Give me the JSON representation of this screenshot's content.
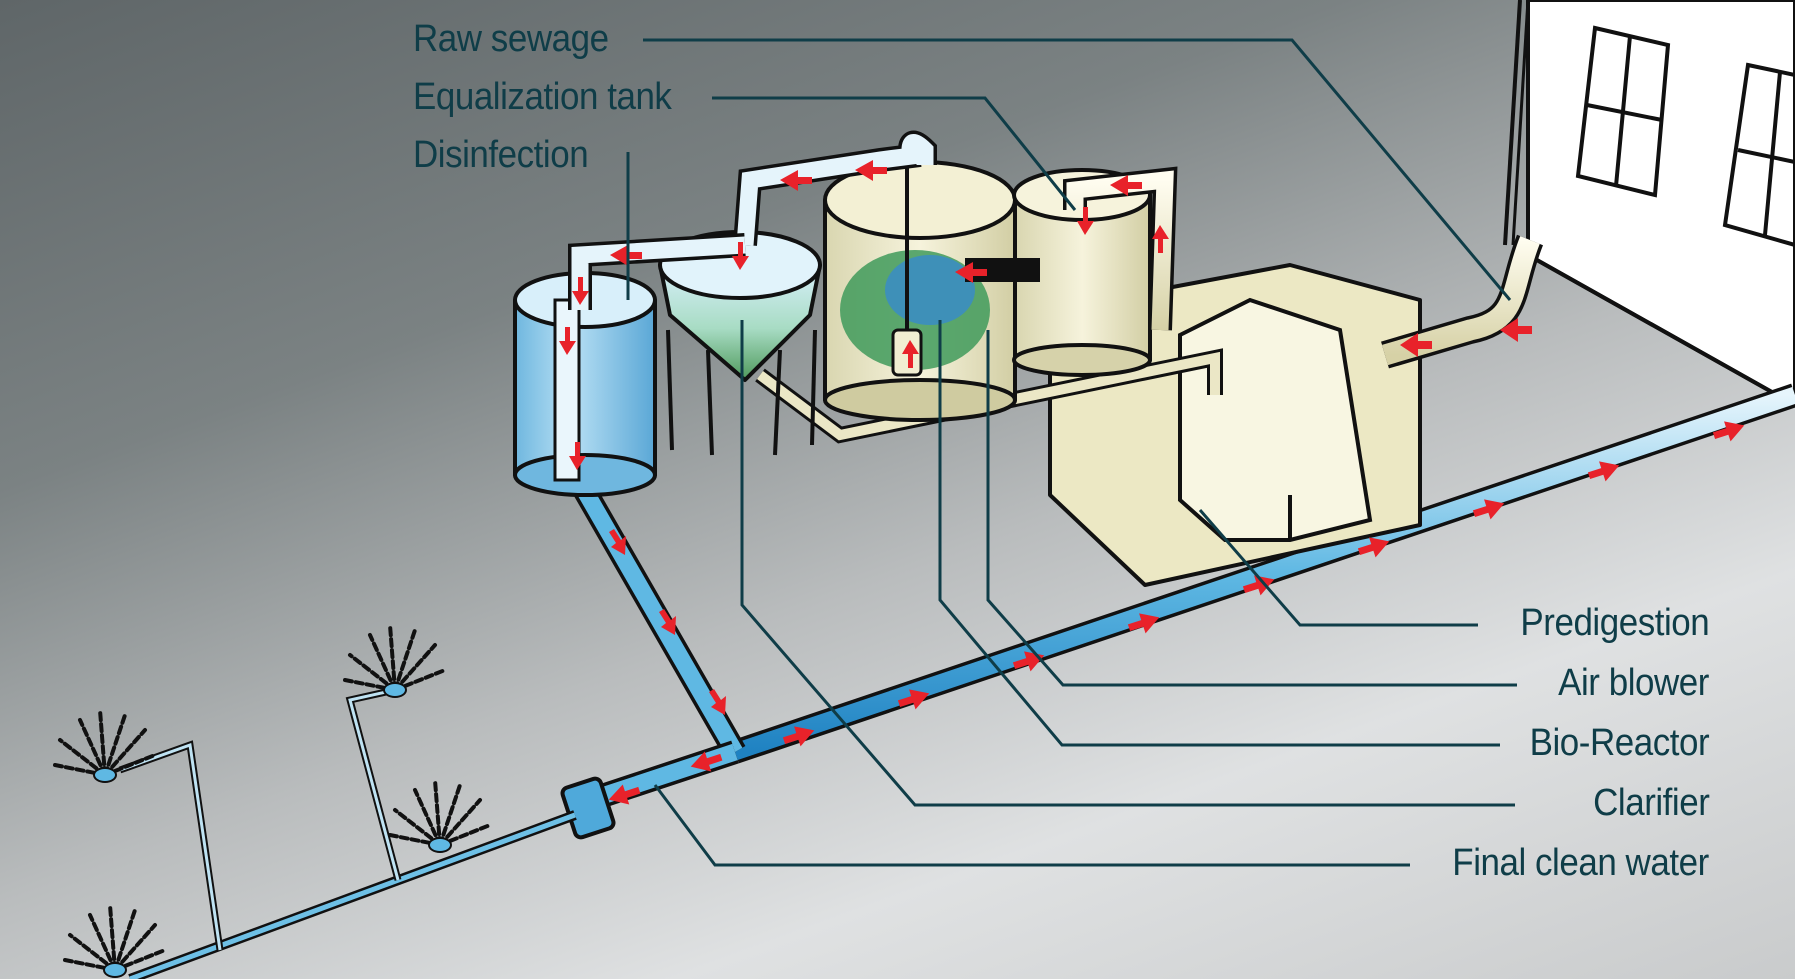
{
  "diagram": {
    "subject": "Wastewater treatment system",
    "labels_left": [
      {
        "id": "raw-sewage",
        "text": "Raw sewage"
      },
      {
        "id": "equalization-tank",
        "text": "Equalization tank"
      },
      {
        "id": "disinfection",
        "text": "Disinfection"
      }
    ],
    "labels_right": [
      {
        "id": "predigestion",
        "text": "Predigestion"
      },
      {
        "id": "air-blower",
        "text": "Air blower"
      },
      {
        "id": "bio-reactor",
        "text": "Bio-Reactor"
      },
      {
        "id": "clarifier",
        "text": "Clarifier"
      },
      {
        "id": "final-clean-water",
        "text": "Final clean water"
      }
    ],
    "flow_order": [
      "Raw sewage",
      "Predigestion",
      "Equalization tank",
      "Bio-Reactor",
      "Clarifier",
      "Disinfection",
      "Final clean water"
    ],
    "colors": {
      "label_text": "#0f3d48",
      "flow_arrow": "#e8222a",
      "clean_water_pipe": "#3ea3d8",
      "sewage_pipe": "#e9e6c8",
      "tank_cream": "#f1eed2",
      "disinfection_tank": "#8fcbea",
      "bio_media": "#3f9a5a"
    }
  }
}
